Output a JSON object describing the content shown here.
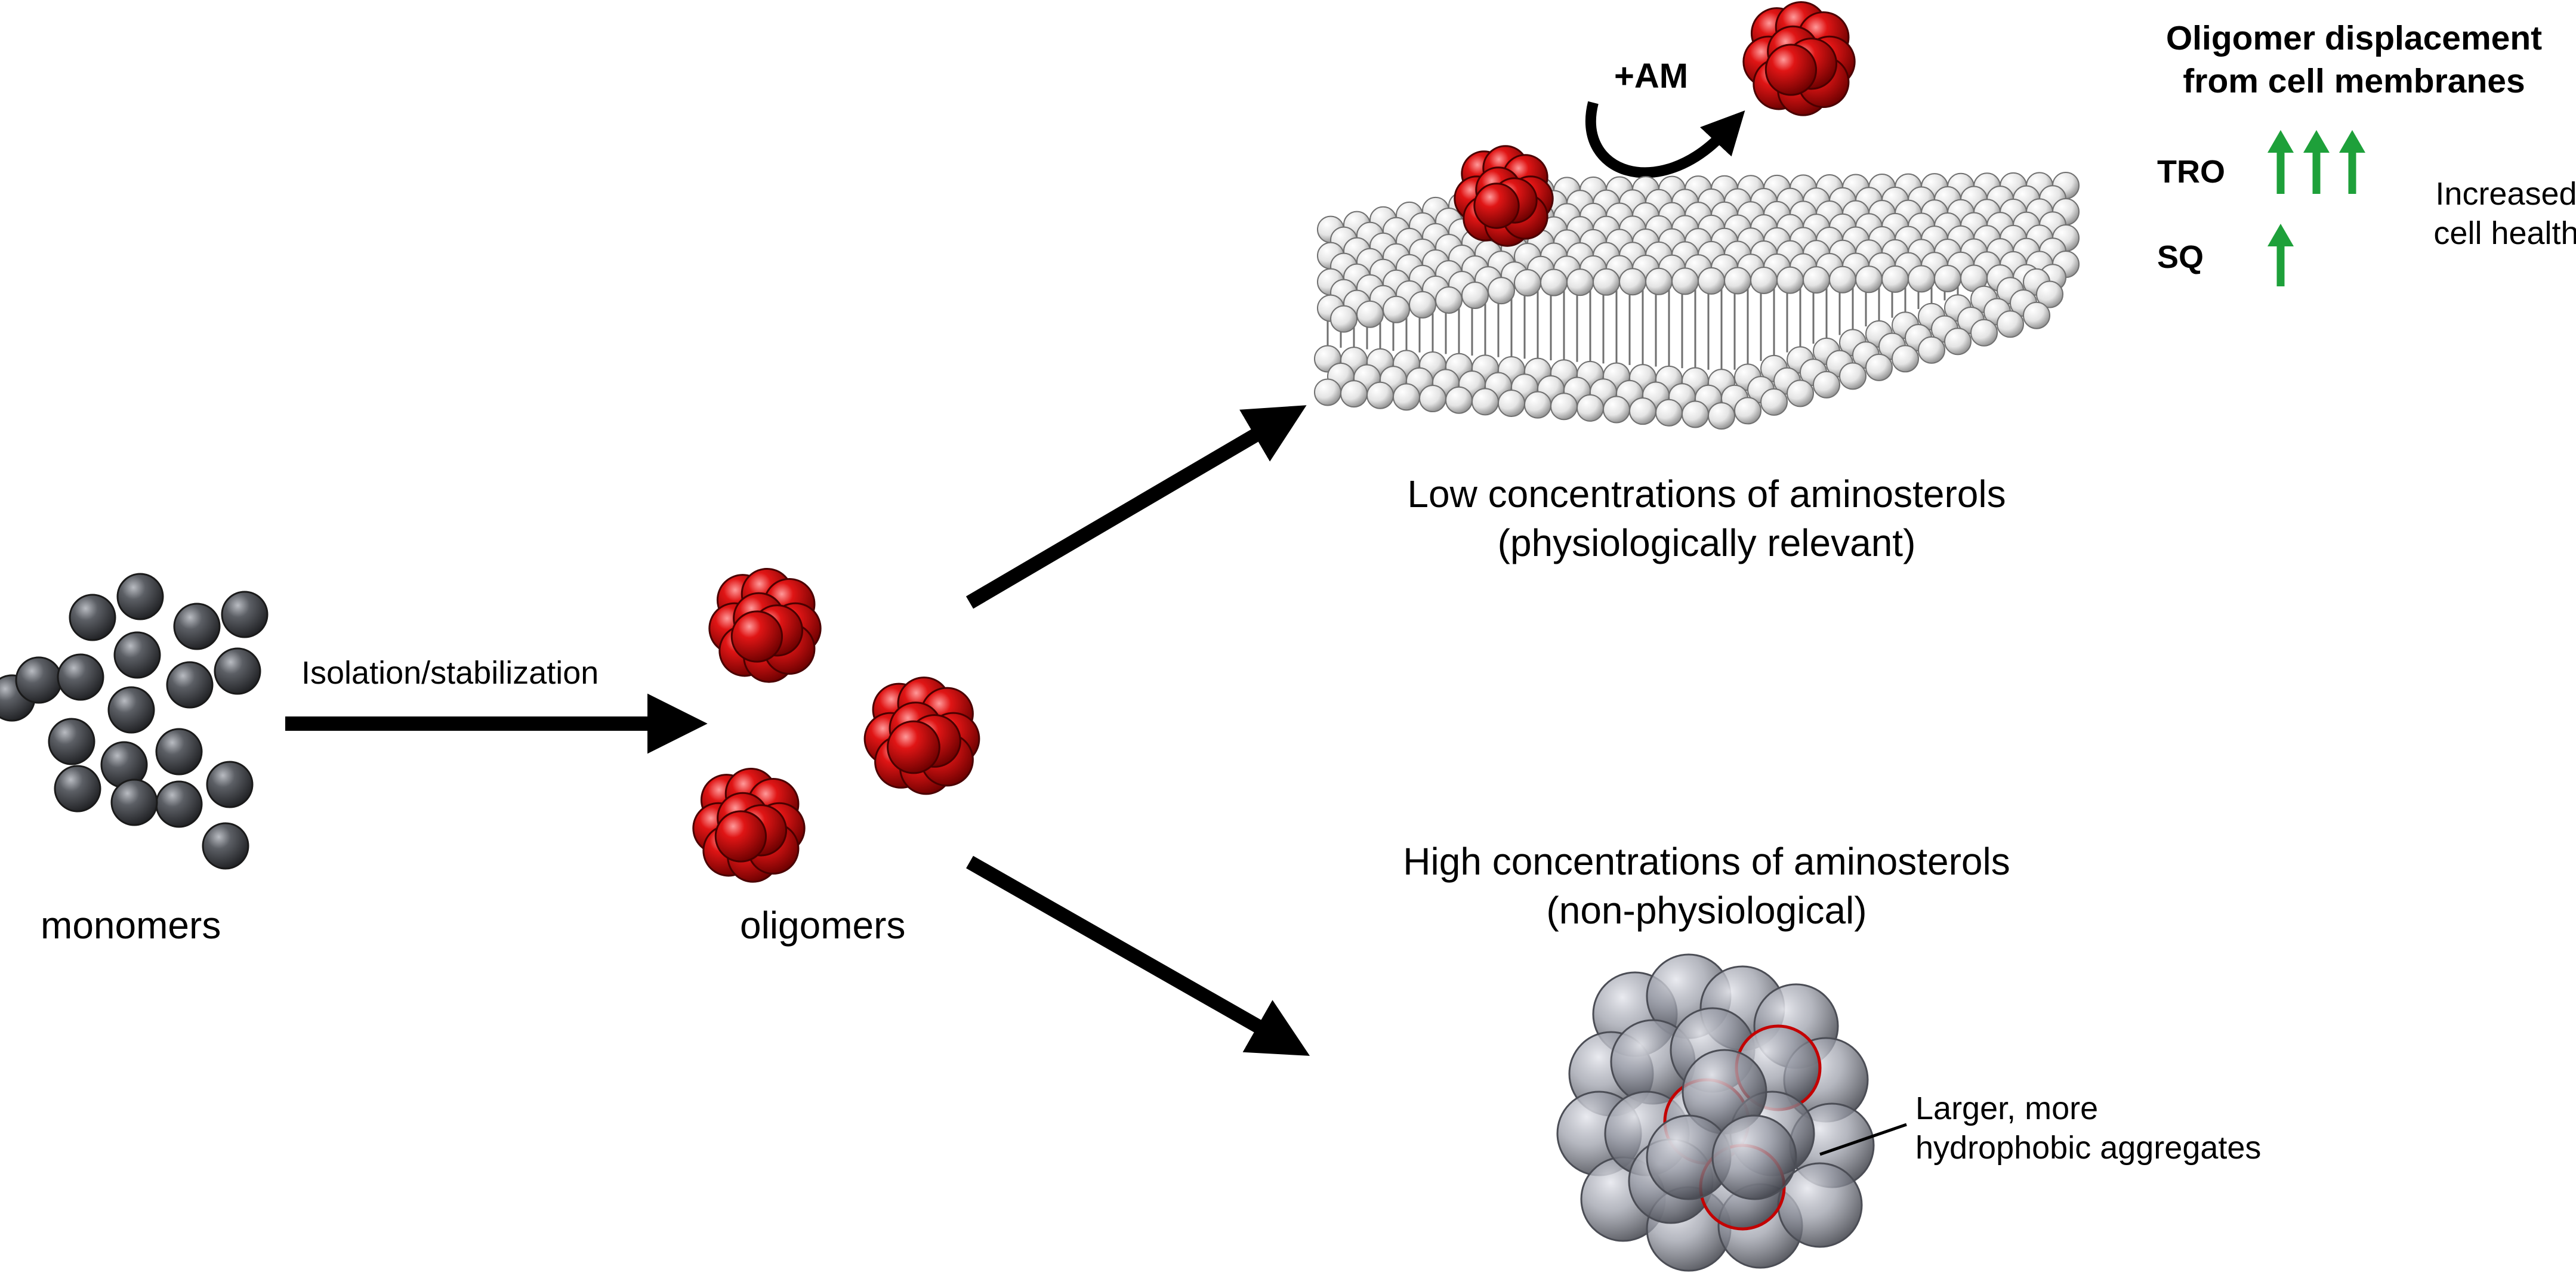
{
  "labels": {
    "monomers": "monomers",
    "isolation": "Isolation/stabilization",
    "oligomers": "oligomers",
    "low_conc_line1": "Low concentrations of aminosterols",
    "low_conc_line2": "(physiologically relevant)",
    "high_conc_line1": "High concentrations of aminosterols",
    "high_conc_line2": "(non-physiological)",
    "plus_am": "+AM",
    "displacement_line1": "Oligomer displacement",
    "displacement_line2": "from cell membranes",
    "tro": "TRO",
    "sq": "SQ",
    "increased_line1": "Increased",
    "increased_line2": "cell health",
    "aggregates_line1": "Larger, more",
    "aggregates_line2": "hydrophobic aggregates"
  },
  "effects": [
    {
      "compound": "TRO",
      "arrows": 3
    },
    {
      "compound": "SQ",
      "arrows": 1
    }
  ],
  "colors": {
    "monomer": "#4a4c50",
    "oligomer": "#d11010",
    "lipid_head": "#f2f2f2",
    "aggregate": "#9a9ca6",
    "effect_arrow": "#1ea03a",
    "process_arrow": "#000000"
  }
}
